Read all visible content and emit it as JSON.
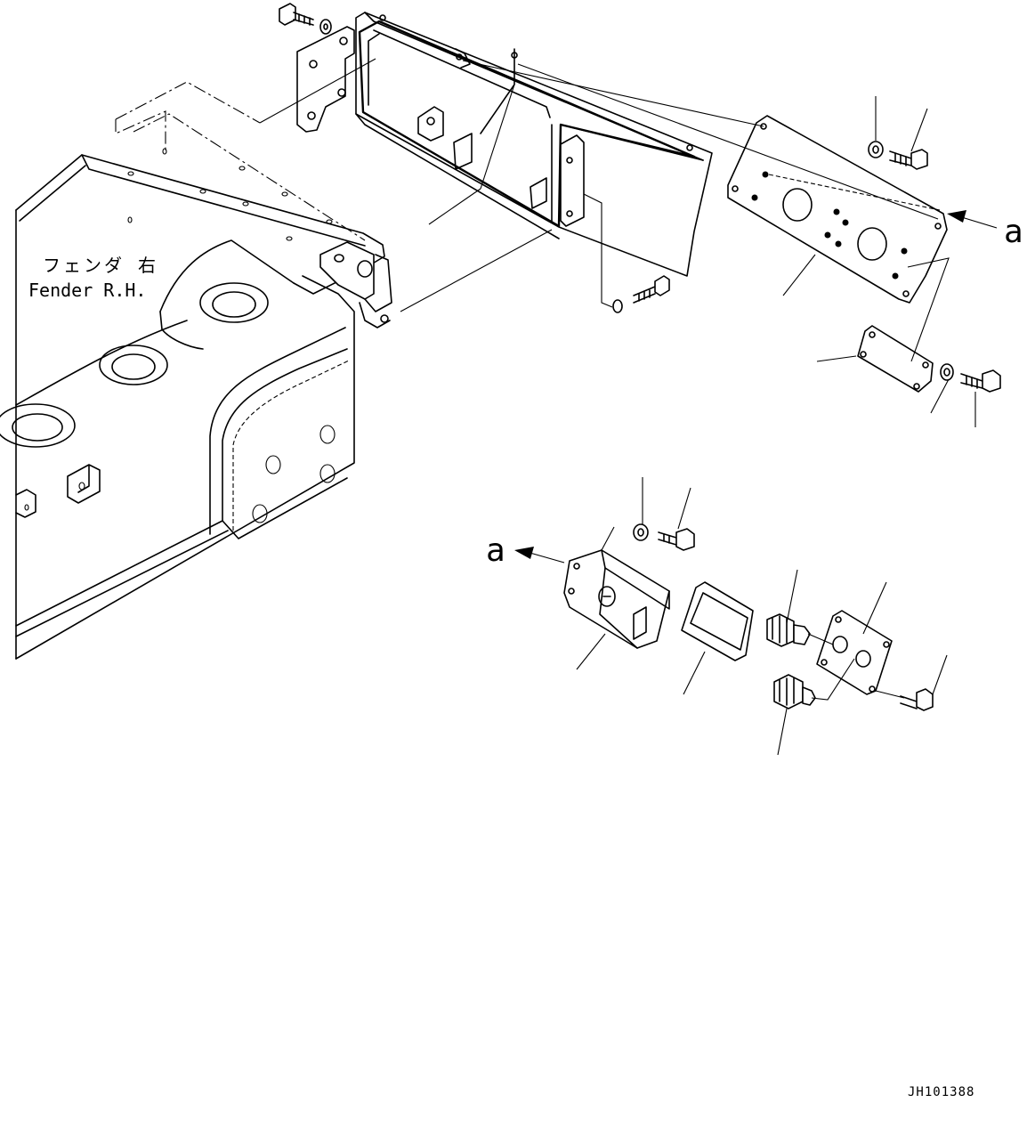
{
  "labels": {
    "fender_jp": "フェンダ 右",
    "fender_en": "Fender R.H.",
    "ref_a_top": "a",
    "ref_a_bottom": "a",
    "drawing_no": "JH101388"
  }
}
